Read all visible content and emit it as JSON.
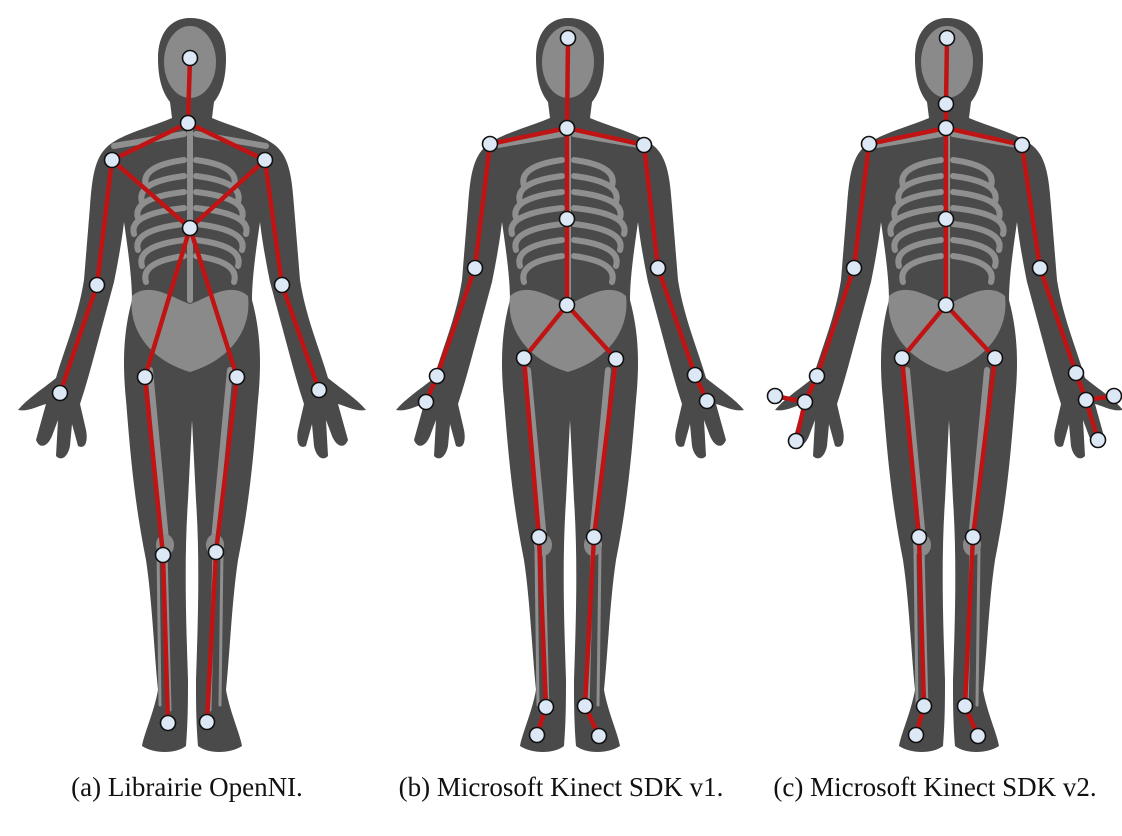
{
  "panels": [
    {
      "id": "a",
      "caption": "(a) Librairie OpenNI.",
      "joints": {
        "head": [
          190,
          58
        ],
        "neck": [
          188,
          123
        ],
        "shoulder_r": [
          112,
          160
        ],
        "shoulder_l": [
          265,
          160
        ],
        "torso": [
          190,
          228
        ],
        "elbow_r": [
          97,
          285
        ],
        "elbow_l": [
          282,
          285
        ],
        "hand_r": [
          60,
          393
        ],
        "hand_l": [
          319,
          390
        ],
        "hip_r": [
          145,
          377
        ],
        "hip_l": [
          237,
          377
        ],
        "knee_r": [
          163,
          555
        ],
        "knee_l": [
          216,
          552
        ],
        "foot_r": [
          168,
          723
        ],
        "foot_l": [
          207,
          722
        ]
      },
      "bones": [
        [
          "head",
          "neck"
        ],
        [
          "neck",
          "shoulder_r"
        ],
        [
          "neck",
          "shoulder_l"
        ],
        [
          "shoulder_r",
          "torso"
        ],
        [
          "shoulder_l",
          "torso"
        ],
        [
          "shoulder_r",
          "elbow_r"
        ],
        [
          "elbow_r",
          "hand_r"
        ],
        [
          "shoulder_l",
          "elbow_l"
        ],
        [
          "elbow_l",
          "hand_l"
        ],
        [
          "torso",
          "hip_r"
        ],
        [
          "torso",
          "hip_l"
        ],
        [
          "hip_r",
          "knee_r"
        ],
        [
          "knee_r",
          "foot_r"
        ],
        [
          "hip_l",
          "knee_l"
        ],
        [
          "knee_l",
          "foot_l"
        ]
      ]
    },
    {
      "id": "b",
      "caption": "(b) Microsoft Kinect SDK v1.",
      "joints": {
        "head": [
          194,
          38
        ],
        "shoulder_c": [
          193,
          128
        ],
        "shoulder_r": [
          116,
          144
        ],
        "shoulder_l": [
          270,
          145
        ],
        "spine": [
          193,
          219
        ],
        "hip_c": [
          193,
          305
        ],
        "elbow_r": [
          101,
          268
        ],
        "elbow_l": [
          284,
          268
        ],
        "wrist_r": [
          63,
          376
        ],
        "wrist_l": [
          321,
          375
        ],
        "hand_r": [
          52,
          402
        ],
        "hand_l": [
          333,
          401
        ],
        "hip_r": [
          150,
          358
        ],
        "hip_l": [
          242,
          359
        ],
        "knee_r": [
          165,
          537
        ],
        "knee_l": [
          220,
          537
        ],
        "ankle_r": [
          172,
          707
        ],
        "ankle_l": [
          211,
          706
        ],
        "foot_r": [
          163,
          735
        ],
        "foot_l": [
          225,
          736
        ]
      },
      "bones": [
        [
          "head",
          "shoulder_c"
        ],
        [
          "shoulder_c",
          "shoulder_r"
        ],
        [
          "shoulder_c",
          "shoulder_l"
        ],
        [
          "shoulder_c",
          "spine"
        ],
        [
          "spine",
          "hip_c"
        ],
        [
          "shoulder_r",
          "elbow_r"
        ],
        [
          "elbow_r",
          "wrist_r"
        ],
        [
          "wrist_r",
          "hand_r"
        ],
        [
          "shoulder_l",
          "elbow_l"
        ],
        [
          "elbow_l",
          "wrist_l"
        ],
        [
          "wrist_l",
          "hand_l"
        ],
        [
          "hip_c",
          "hip_r"
        ],
        [
          "hip_c",
          "hip_l"
        ],
        [
          "hip_r",
          "knee_r"
        ],
        [
          "knee_r",
          "ankle_r"
        ],
        [
          "ankle_r",
          "foot_r"
        ],
        [
          "hip_l",
          "knee_l"
        ],
        [
          "knee_l",
          "ankle_l"
        ],
        [
          "ankle_l",
          "foot_l"
        ]
      ]
    },
    {
      "id": "c",
      "caption": "(c) Microsoft Kinect SDK v2.",
      "joints": {
        "head": [
          199,
          38
        ],
        "neck": [
          198,
          104
        ],
        "spine_sh": [
          198,
          128
        ],
        "shoulder_r": [
          121,
          144
        ],
        "shoulder_l": [
          274,
          145
        ],
        "spine_mid": [
          198,
          219
        ],
        "spine_base": [
          198,
          305
        ],
        "elbow_r": [
          106,
          268
        ],
        "elbow_l": [
          292,
          268
        ],
        "wrist_r": [
          69,
          376
        ],
        "wrist_l": [
          328,
          373
        ],
        "hand_r": [
          57,
          402
        ],
        "hand_l": [
          338,
          400
        ],
        "thumb_r": [
          27,
          396
        ],
        "thumb_l": [
          366,
          396
        ],
        "handtip_r": [
          48,
          441
        ],
        "handtip_l": [
          350,
          440
        ],
        "hip_r": [
          154,
          358
        ],
        "hip_l": [
          247,
          358
        ],
        "knee_r": [
          171,
          537
        ],
        "knee_l": [
          225,
          537
        ],
        "ankle_r": [
          176,
          706
        ],
        "ankle_l": [
          217,
          706
        ],
        "foot_r": [
          168,
          735
        ],
        "foot_l": [
          230,
          736
        ]
      },
      "bones": [
        [
          "head",
          "neck"
        ],
        [
          "neck",
          "spine_sh"
        ],
        [
          "spine_sh",
          "shoulder_r"
        ],
        [
          "spine_sh",
          "shoulder_l"
        ],
        [
          "spine_sh",
          "spine_mid"
        ],
        [
          "spine_mid",
          "spine_base"
        ],
        [
          "shoulder_r",
          "elbow_r"
        ],
        [
          "elbow_r",
          "wrist_r"
        ],
        [
          "wrist_r",
          "hand_r"
        ],
        [
          "hand_r",
          "thumb_r"
        ],
        [
          "hand_r",
          "handtip_r"
        ],
        [
          "shoulder_l",
          "elbow_l"
        ],
        [
          "elbow_l",
          "wrist_l"
        ],
        [
          "wrist_l",
          "hand_l"
        ],
        [
          "hand_l",
          "thumb_l"
        ],
        [
          "hand_l",
          "handtip_l"
        ],
        [
          "spine_base",
          "hip_r"
        ],
        [
          "spine_base",
          "hip_l"
        ],
        [
          "hip_r",
          "knee_r"
        ],
        [
          "knee_r",
          "ankle_r"
        ],
        [
          "ankle_r",
          "foot_r"
        ],
        [
          "hip_l",
          "knee_l"
        ],
        [
          "knee_l",
          "ankle_l"
        ],
        [
          "ankle_l",
          "foot_l"
        ]
      ]
    }
  ],
  "colors": {
    "bone": "#c01414",
    "joint": "#dde8f6",
    "body": "#4a4a4a",
    "skeleton": "#8a8a8a"
  }
}
